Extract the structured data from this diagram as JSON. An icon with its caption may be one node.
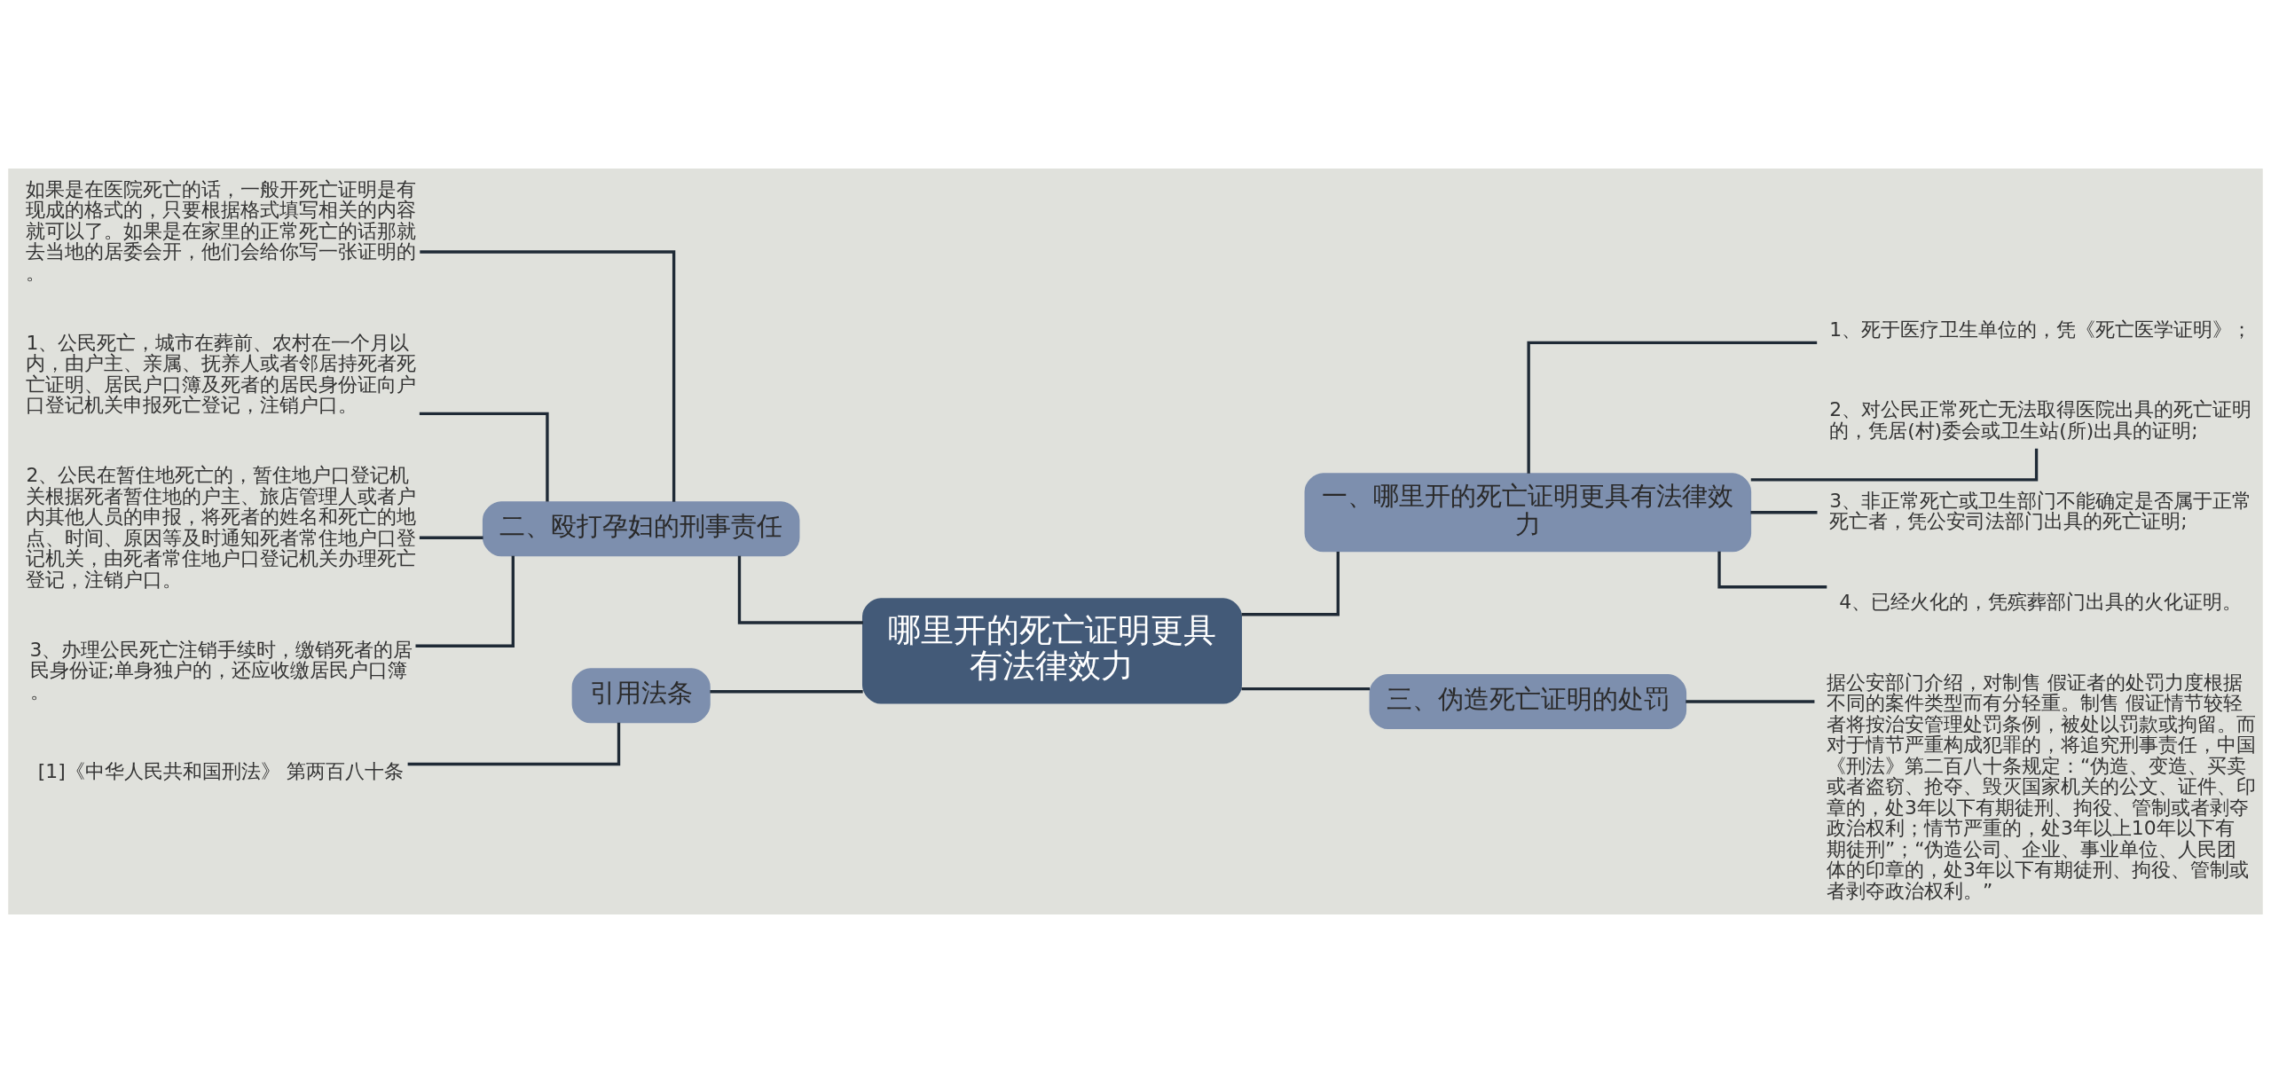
{
  "diagram": {
    "nodes": [
      {
        "text": [
          "哪里开的死亡证明更具有法律效力"
        ]
      },
      {
        "text": [
          "二、殴打孕妇的刑事责任"
        ]
      },
      {
        "text": [
          "如果是在医院死亡的话，一般开死亡证明是有现成的格式的，只要根据格式填写相关的内容就可以了。如果是在家里的正常死亡的话那就去当地的居委会开，他们会给你写一张证明的。"
        ]
      },
      {
        "text": [
          "1、公民死亡，城市在葬前、农村在一个月以内，由户主、亲属、抚养人或者邻居持死者死亡证明、居民户口簿及死者的居民身份证向户口登记机关申报死亡登记，注销户口。"
        ]
      },
      {
        "text": [
          "2、公民在暂住地死亡的，暂住地户口登记机关根据死者暂住地的户主、旅店管理人或者户内其他人员的申报，将死者的姓名和死亡的地点、时间、原因等及时通知死者常住地户口登记机关，由死者常住地户口登记机关办理死亡登记，注销户口。"
        ]
      },
      {
        "text": [
          "3、办理公民死亡注销手续时，缴销死者的居民身份证;单身独户的，还应收缴居民户口簿。"
        ]
      },
      {
        "text": [
          "引用法条"
        ]
      },
      {
        "text": [
          "[1]《中华人民共和国刑法》 第两百八十条"
        ]
      },
      {
        "text": [
          "一、哪里开的死亡证明更具有法律效力"
        ]
      },
      {
        "text": [
          "1、死于医疗卫生单位的，凭《死亡医学证明》；"
        ]
      },
      {
        "text": [
          "2、对公民正常死亡无法取得医院出具的死亡证明的，凭居(村)委会或卫生站(所)出具的证明;"
        ]
      },
      {
        "text": [
          "3、非正常死亡或卫生部门不能确定是否属于正常死亡者，凭公安司法部门出具的死亡证明;"
        ]
      },
      {
        "text": [
          "4、已经火化的，凭殡葬部门出具的火化证明。"
        ]
      },
      {
        "text": [
          "三、伪造死亡证明的处罚"
        ]
      },
      {
        "text": [
          "据公安部门介绍，对制售 假证者的处罚力度根据不同的案件类型而有分轻重。制售 假证情节较轻者将按治安管理处罚条例，被处以罚款或拘留。而对于情节严重构成犯罪的，将追究刑事责任，中国《刑法》第二百八十条规定：“伪造、变造、买卖或者盗窃、抢夺、毁灭国家机关的公文、证件、印章的，处3年以下有期徒刑、拘役、管制或者剥夺政治权利；情节严重的，处3年以上10年以下有期徒刑”；“伪造公司、企业、事业单位、人民团体的印章的，处3年以下有期徒刑、拘役、管制或者剥夺政治权利。”"
        ]
      }
    ],
    "edges": [
      {
        "from": 0,
        "to": 1,
        "arrow": "none"
      },
      {
        "from": 1,
        "to": 2,
        "arrow": "none"
      },
      {
        "from": 1,
        "to": 3,
        "arrow": "none"
      },
      {
        "from": 1,
        "to": 4,
        "arrow": "none"
      },
      {
        "from": 1,
        "to": 5,
        "arrow": "none"
      },
      {
        "from": 0,
        "to": 6,
        "arrow": "none"
      },
      {
        "from": 6,
        "to": 7,
        "arrow": "none"
      },
      {
        "from": 0,
        "to": 8,
        "arrow": "none"
      },
      {
        "from": 8,
        "to": 9,
        "arrow": "none"
      },
      {
        "from": 8,
        "to": 10,
        "arrow": "none"
      },
      {
        "from": 8,
        "to": 11,
        "arrow": "none"
      },
      {
        "from": 8,
        "to": 12,
        "arrow": "none"
      },
      {
        "from": 0,
        "to": 13,
        "arrow": "none"
      },
      {
        "from": 13,
        "to": 14,
        "arrow": "none"
      }
    ]
  }
}
